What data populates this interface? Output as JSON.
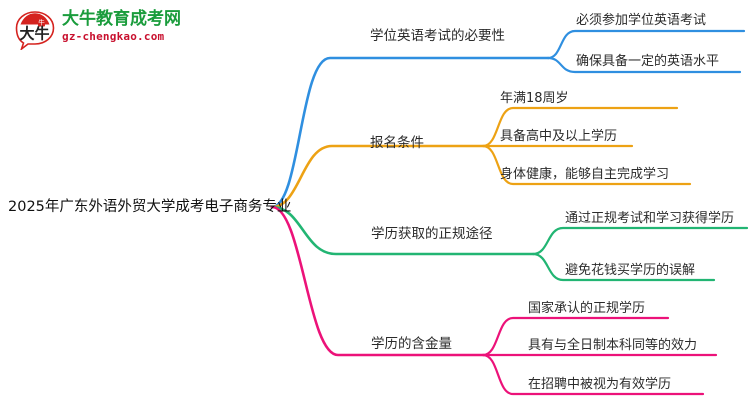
{
  "logo": {
    "mark_text": "大牛",
    "title": "大牛教育成考网",
    "domain": "gz-chengkao.com",
    "title_color": "#1a9c3c",
    "domain_color": "#c8102e",
    "mark_color": "#d5231f"
  },
  "mindmap": {
    "root": "2025年广东外语外贸大学成考电子商务专业",
    "colors": {
      "branch1": "#2f8fe0",
      "branch2": "#eda214",
      "branch3": "#22b573",
      "branch4": "#ec1279"
    },
    "branches": [
      {
        "label": "学位英语考试的必要性",
        "color_key": "branch1",
        "leaves": [
          "必须参加学位英语考试",
          "确保具备一定的英语水平"
        ]
      },
      {
        "label": "报名条件",
        "color_key": "branch2",
        "leaves": [
          "年满18周岁",
          "具备高中及以上学历",
          "身体健康，能够自主完成学习"
        ]
      },
      {
        "label": "学历获取的正规途径",
        "color_key": "branch3",
        "leaves": [
          "通过正规考试和学习获得学历",
          "避免花钱买学历的误解"
        ]
      },
      {
        "label": "学历的含金量",
        "color_key": "branch4",
        "leaves": [
          "国家承认的正规学历",
          "具有与全日制本科同等的效力",
          "在招聘中被视为有效学历"
        ]
      }
    ]
  }
}
